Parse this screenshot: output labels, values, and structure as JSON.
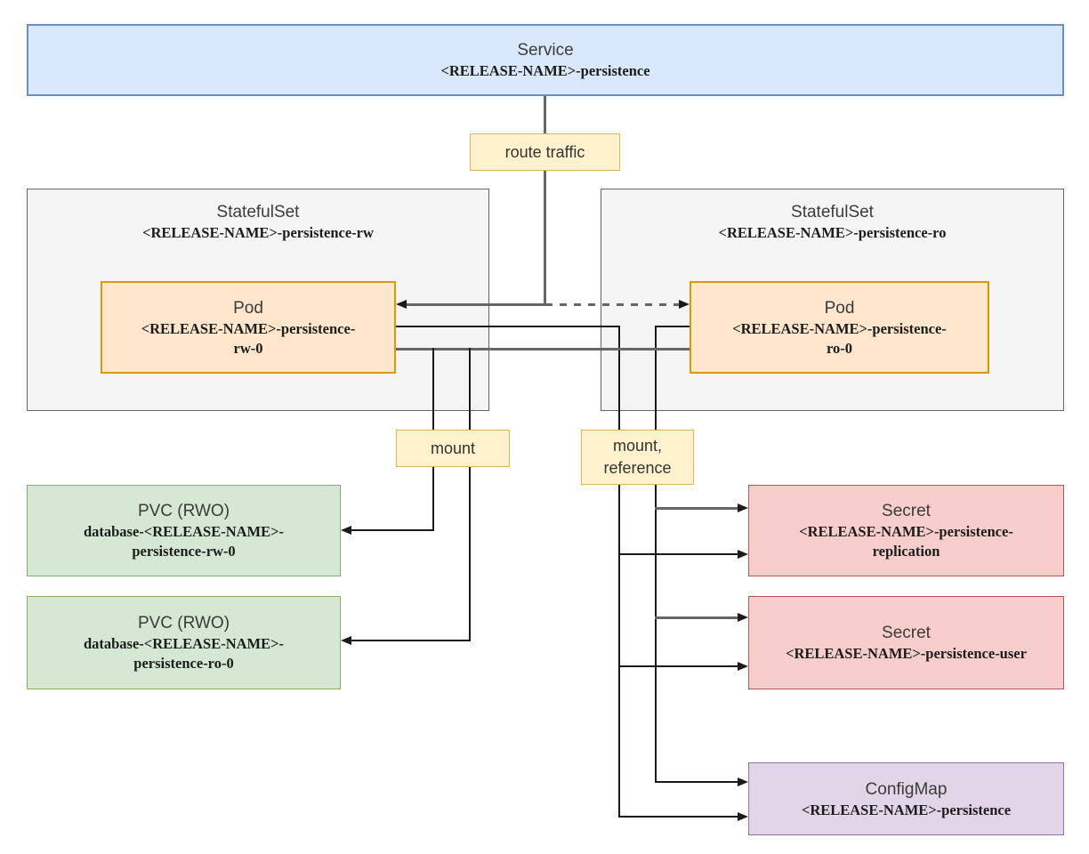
{
  "nodes": {
    "service": {
      "type_label": "Service",
      "name": "<RELEASE-NAME>-persistence"
    },
    "statefulset_rw": {
      "type_label": "StatefulSet",
      "name": "<RELEASE-NAME>-persistence-rw"
    },
    "statefulset_ro": {
      "type_label": "StatefulSet",
      "name": "<RELEASE-NAME>-persistence-ro"
    },
    "pod_rw": {
      "type_label": "Pod",
      "name_lines": [
        "<RELEASE-NAME>-persistence-",
        "rw-0"
      ]
    },
    "pod_ro": {
      "type_label": "Pod",
      "name_lines": [
        "<RELEASE-NAME>-persistence-",
        "ro-0"
      ]
    },
    "pvc_rw": {
      "type_label": "PVC (RWO)",
      "name_lines": [
        "database-<RELEASE-NAME>-",
        "persistence-rw-0"
      ]
    },
    "pvc_ro": {
      "type_label": "PVC (RWO)",
      "name_lines": [
        "database-<RELEASE-NAME>-",
        "persistence-ro-0"
      ]
    },
    "secret_replication": {
      "type_label": "Secret",
      "name_lines": [
        "<RELEASE-NAME>-persistence-",
        "replication"
      ]
    },
    "secret_user": {
      "type_label": "Secret",
      "name": "<RELEASE-NAME>-persistence-user"
    },
    "configmap": {
      "type_label": "ConfigMap",
      "name": "<RELEASE-NAME>-persistence"
    }
  },
  "edge_labels": {
    "route_traffic": "route traffic",
    "mount": "mount",
    "mount_reference_line1": "mount,",
    "mount_reference_line2": "reference"
  },
  "edges": [
    {
      "from": "service",
      "to": "pod_rw",
      "label": "route traffic",
      "style": "solid",
      "arrow": "into-pod-rw-right-edge"
    },
    {
      "from": "service",
      "to": "pod_ro",
      "label": "route traffic",
      "style": "dashed",
      "arrow": "into-pod-ro-left-edge"
    },
    {
      "from": "pod_rw",
      "to": "pvc_rw",
      "label": "mount",
      "style": "solid"
    },
    {
      "from": "pod_ro",
      "to": "pvc_ro",
      "label": "mount",
      "style": "solid"
    },
    {
      "from": "pod_rw",
      "to": "secret_replication",
      "label": "mount, reference",
      "style": "solid"
    },
    {
      "from": "pod_ro",
      "to": "secret_replication",
      "label": "mount, reference",
      "style": "solid"
    },
    {
      "from": "pod_rw",
      "to": "secret_user",
      "label": "mount, reference",
      "style": "solid"
    },
    {
      "from": "pod_ro",
      "to": "secret_user",
      "label": "mount, reference",
      "style": "solid"
    },
    {
      "from": "pod_rw",
      "to": "configmap",
      "label": "mount, reference",
      "style": "solid"
    },
    {
      "from": "pod_ro",
      "to": "configmap",
      "label": "mount, reference",
      "style": "solid"
    }
  ],
  "colors": {
    "service_fill": "#dae8fc",
    "service_stroke": "#6c8ebf",
    "statefulset_fill": "#f5f5f5",
    "statefulset_stroke": "#666666",
    "pod_fill": "#ffe6cc",
    "pod_stroke": "#d79b00",
    "pvc_fill": "#d5e8d4",
    "pvc_stroke": "#82b366",
    "secret_fill": "#f8cecc",
    "secret_stroke": "#b85450",
    "configmap_fill": "#e1d5e7",
    "configmap_stroke": "#9673a6",
    "label_fill": "#fff2cc",
    "label_stroke": "#d6b656",
    "edge_gray": "#666666",
    "edge_black": "#1a1a1a"
  }
}
